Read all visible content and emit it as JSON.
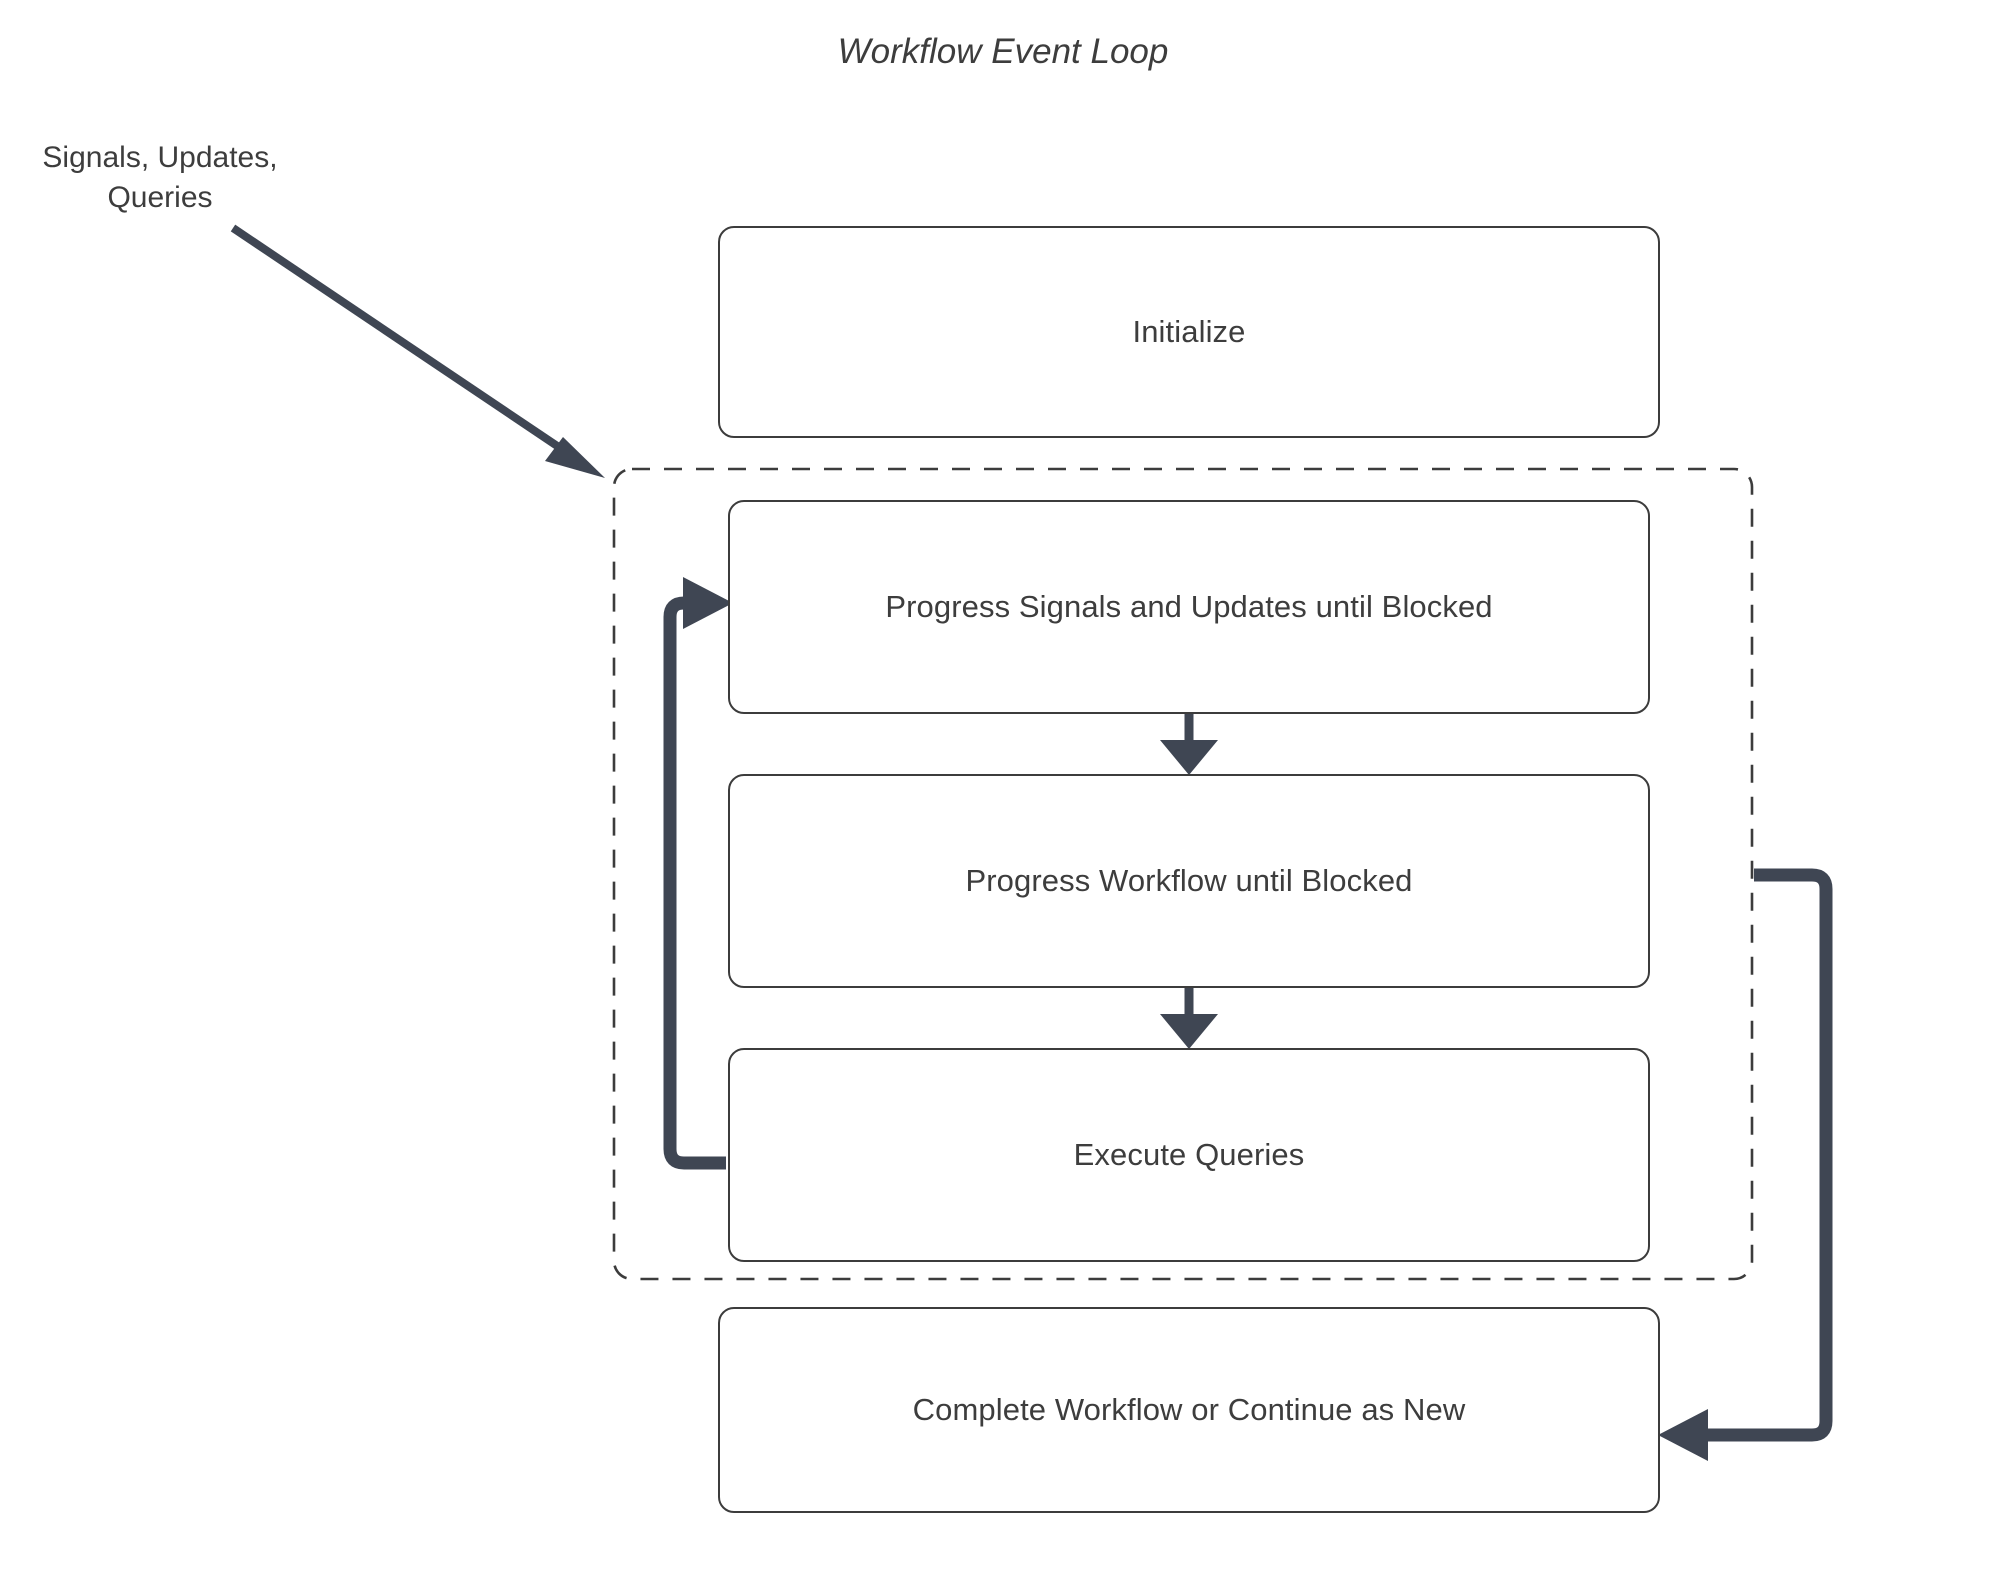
{
  "diagram": {
    "title": "Workflow Event Loop",
    "type": "flowchart",
    "external_input_label": "Signals, Updates,\nQueries",
    "external_input_line1": "Signals, Updates,",
    "external_input_line2": "Queries",
    "colors": {
      "background": "#ffffff",
      "node_border": "#3c3c3c",
      "node_fill": "#ffffff",
      "text": "#3d3d3d",
      "edge": "#3f4653",
      "loop_container_border": "#3c3c3c"
    },
    "nodes": [
      {
        "id": "initialize",
        "label": "Initialize"
      },
      {
        "id": "progress-su",
        "label": "Progress Signals and Updates until Blocked"
      },
      {
        "id": "progress-wf",
        "label": "Progress Workflow until Blocked"
      },
      {
        "id": "exec-queries",
        "label": "Execute Queries"
      },
      {
        "id": "complete",
        "label": "Complete Workflow or Continue as New"
      }
    ],
    "loop_container": {
      "id": "event-loop-group",
      "style": "dashed",
      "members": [
        "progress-su",
        "progress-wf",
        "exec-queries"
      ]
    },
    "edges": [
      {
        "id": "edge-external-input",
        "from": "Signals, Updates, Queries",
        "to": "event-loop-group",
        "style": "solid-arrow"
      },
      {
        "id": "edge-su-to-wf",
        "from": "progress-su",
        "to": "progress-wf",
        "style": "solid-arrow"
      },
      {
        "id": "edge-wf-to-queries",
        "from": "progress-wf",
        "to": "exec-queries",
        "style": "solid-arrow"
      },
      {
        "id": "edge-loop-back",
        "from": "exec-queries",
        "to": "progress-su",
        "style": "solid-arrow"
      },
      {
        "id": "edge-exit-to-complete",
        "from": "event-loop-group",
        "to": "complete",
        "style": "solid-arrow"
      }
    ]
  }
}
